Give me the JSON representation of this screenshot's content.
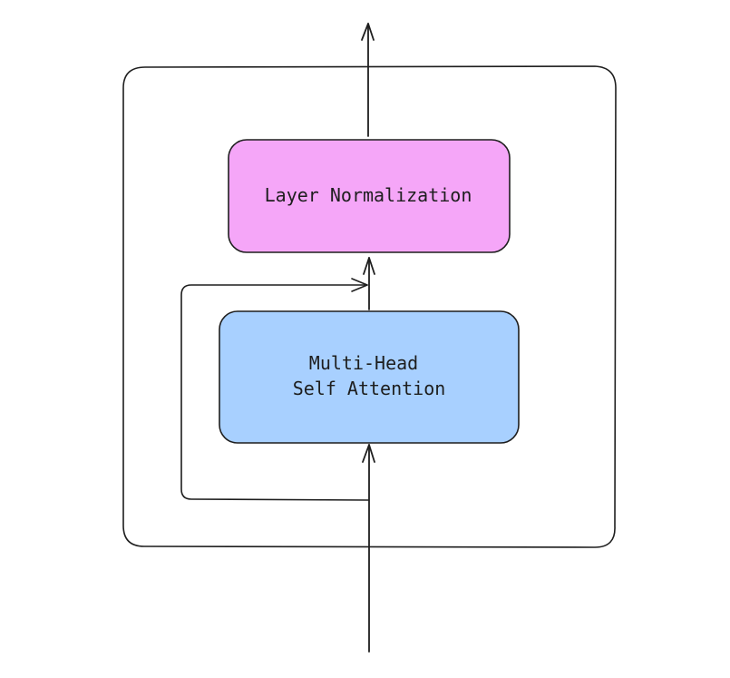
{
  "diagram": {
    "norm_box": {
      "label": "Layer Normalization",
      "fill": "#f5a6f8"
    },
    "attention_box": {
      "label_line1": "Multi-Head",
      "label_line2": "Self Attention",
      "fill": "#a8d0ff"
    },
    "stroke_color": "#1e1e1e"
  }
}
